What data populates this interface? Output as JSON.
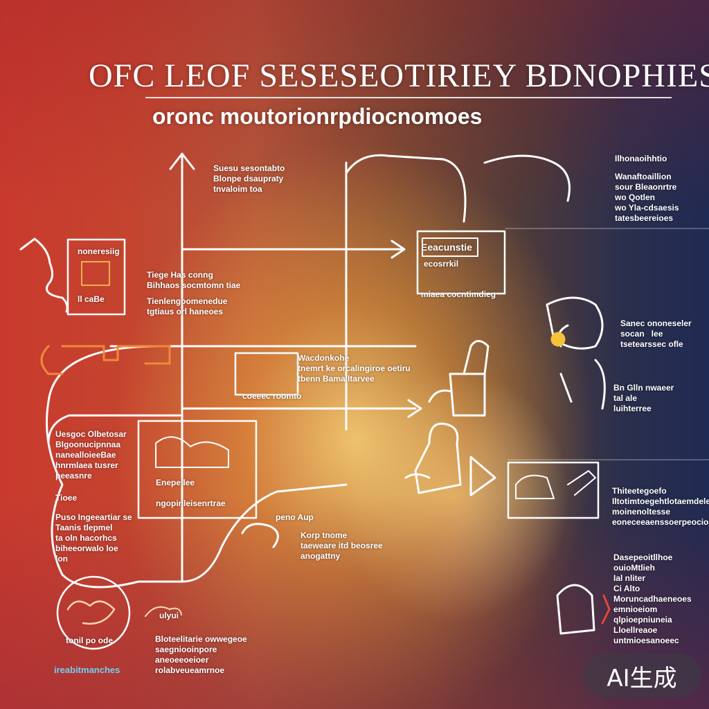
{
  "header": {
    "title": "OFC LEOF SESESEOTIRIEY BDNOPHIES",
    "subtitle": "oronc moutorionrpdiocnomoes"
  },
  "labels": {
    "l1": "Suesu sesontabto\nBlonpe dsaupraty\ntnvaloim toa",
    "l2": "Tiege Has conng\nBihhaos socmtomn tiae",
    "l3": "Tienlengoomenedue\ntgtiaus orl haneoes",
    "l4": "Wacdonkohe\ntnemrt ke orcalingiroe oetiru\ntbenn Bamalltarvee",
    "l5": "Uesgoc Olbetosar\nBlgoonucipnnaa\nnanealloieeBae\nhnrmlaea tusrer\npeeasnre",
    "l6": "Tioee",
    "l7": "Puso Ingeeartiar se\nTaanis tlepmel\nta oln hacorhcs\nbiheeorwalo loe\nlon",
    "l8": "peno Aup",
    "l9": "Korp tnome\ntaeweare itd beosree\nanogattny",
    "l10": "Ilhonaoihhtio",
    "l11": "Wanaftoaillion\nsour Bleaonrtre\nwo Qotlen\nwo Yla-cdsaesis\ntatesbeereioes",
    "l12": "Sanec ononeseler\nsocan   lee\ntsetearssec ofle",
    "l13": "Bn Glln nwaeer\ntal ale\nluihterree",
    "l14": "Thiteetegoefo\nIltotimtoegehtlotaemdeleste\nmoinenoltesse\neoneceeaenssoerpeocios",
    "l15": "Dasepeoitllhoe\nouioMtlieh\nIal nliter\nCi Alto\nMoruncadhaeneoes\nemnioeiom\nqlpioepniuneia\nLloellreaoe\nuntmioesanoeec",
    "l16": "Bloteelitarie owwegeoe\nsaegniooinpore\naneoeeoeioer\nrolabveueamrnoe",
    "l17": "miaea cocntimdieg",
    "l18": "Eeacunstie",
    "l19": "ecosrrkil",
    "l20": "coeeec roomto",
    "l21": "Enepellee",
    "l22": "ngopinleisenrtrae",
    "l23": "noneresiig",
    "l24": "tonil po ode",
    "l25": "ll caBe",
    "l26": "ulyui"
  },
  "bottom_link": "ireabitmanches",
  "badge": "AI生成",
  "colors": {
    "left": "#c93a2e",
    "center_glow": "#ffd678",
    "right": "#1f2a52",
    "ink": "#ffffff",
    "link": "#6fd0f2"
  }
}
